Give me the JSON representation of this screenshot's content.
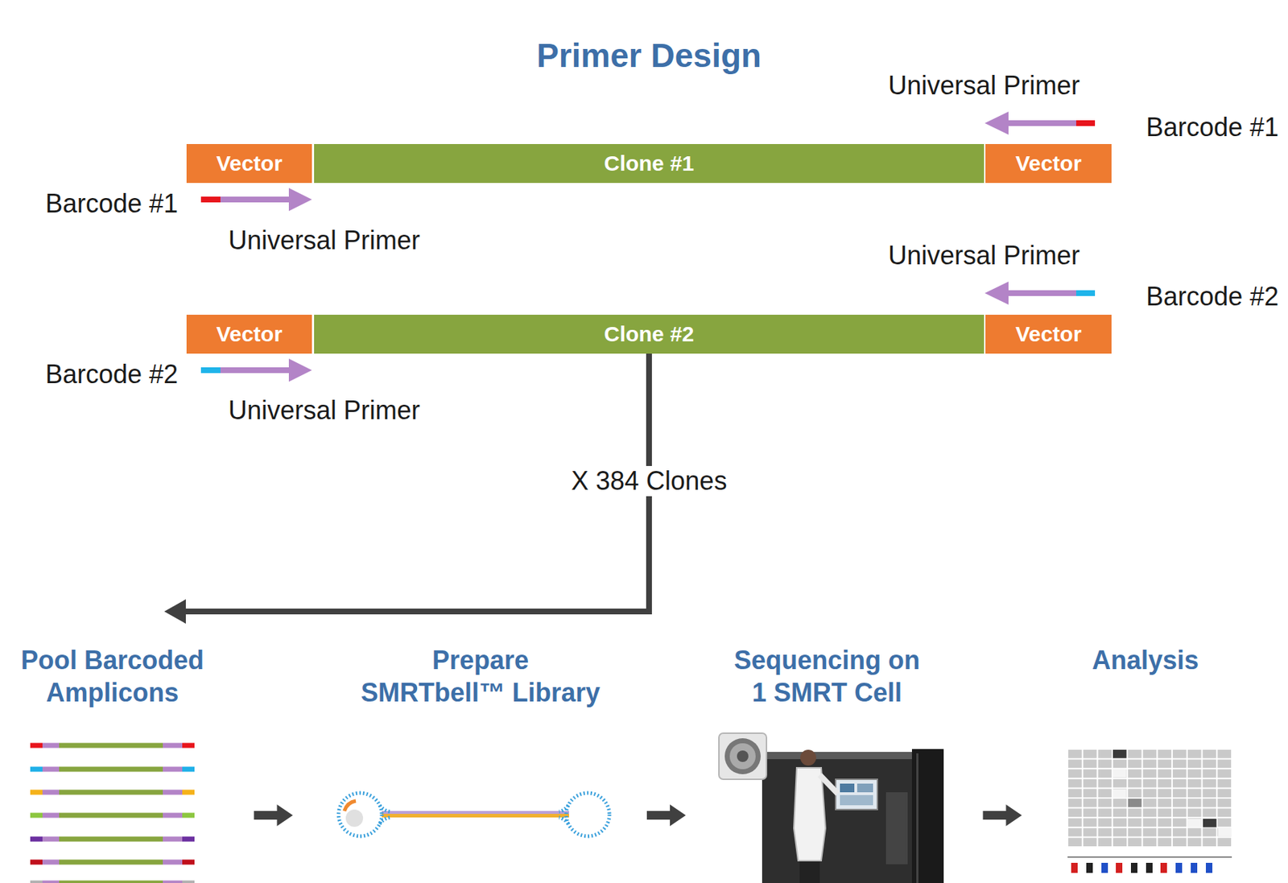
{
  "diagram": {
    "title": "Primer Design",
    "nodes": [
      {
        "text": [
          "Vector"
        ]
      },
      {
        "text": [
          "Clone #1"
        ]
      },
      {
        "text": [
          "Vector"
        ]
      },
      {
        "text": [
          "Vector"
        ]
      },
      {
        "text": [
          "Clone #2"
        ]
      },
      {
        "text": [
          "Vector"
        ]
      },
      {
        "text": [
          "Pool Barcoded Amplicons"
        ]
      },
      {
        "text": [
          "Prepare SMRTbell™ Library"
        ]
      },
      {
        "text": [
          "Sequencing on 1 SMRT Cell"
        ]
      },
      {
        "text": [
          "Analysis"
        ]
      }
    ],
    "edges": [
      {
        "from": 4,
        "to": 6,
        "arrow": "to",
        "label": "X 384 Clones"
      },
      {
        "from": 6,
        "to": 7,
        "arrow": "to"
      },
      {
        "from": 7,
        "to": 8,
        "arrow": "to"
      },
      {
        "from": 8,
        "to": 9,
        "arrow": "to"
      }
    ],
    "labels": [
      "Universal Primer",
      "Barcode #1",
      "Barcode #1",
      "Universal Primer",
      "Universal Primer",
      "Barcode #2",
      "Barcode #2",
      "Universal Primer"
    ]
  }
}
